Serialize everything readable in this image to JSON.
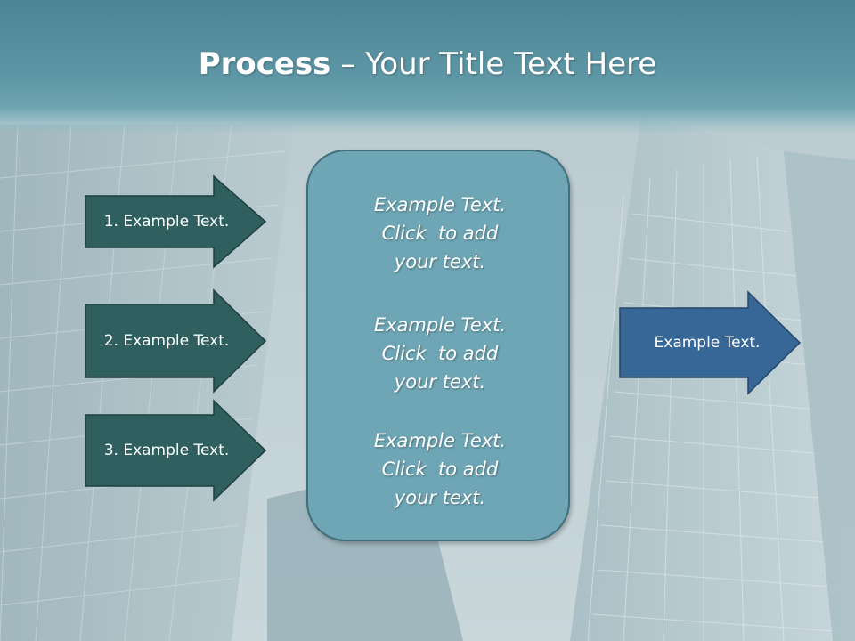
{
  "title": {
    "bold": "Process",
    "rest": " – Your Title Text Here"
  },
  "left_arrows": [
    {
      "label": "1. Example Text."
    },
    {
      "label": "2. Example Text."
    },
    {
      "label": "3. Example Text."
    }
  ],
  "center_box": {
    "blocks": [
      {
        "line1": "Example Text.",
        "line2": "Click  to add",
        "line3": "your text."
      },
      {
        "line1": "Example Text.",
        "line2": "Click  to add",
        "line3": "your text."
      },
      {
        "line1": "Example Text.",
        "line2": "Click  to add",
        "line3": "your text."
      }
    ]
  },
  "right_arrow": {
    "label": "Example Text."
  },
  "colors": {
    "left_arrow_fill": "#2f5f5e",
    "right_arrow_fill": "#366796",
    "center_box_fill": "#6ea6b5",
    "title_band": "#5c95a4"
  }
}
